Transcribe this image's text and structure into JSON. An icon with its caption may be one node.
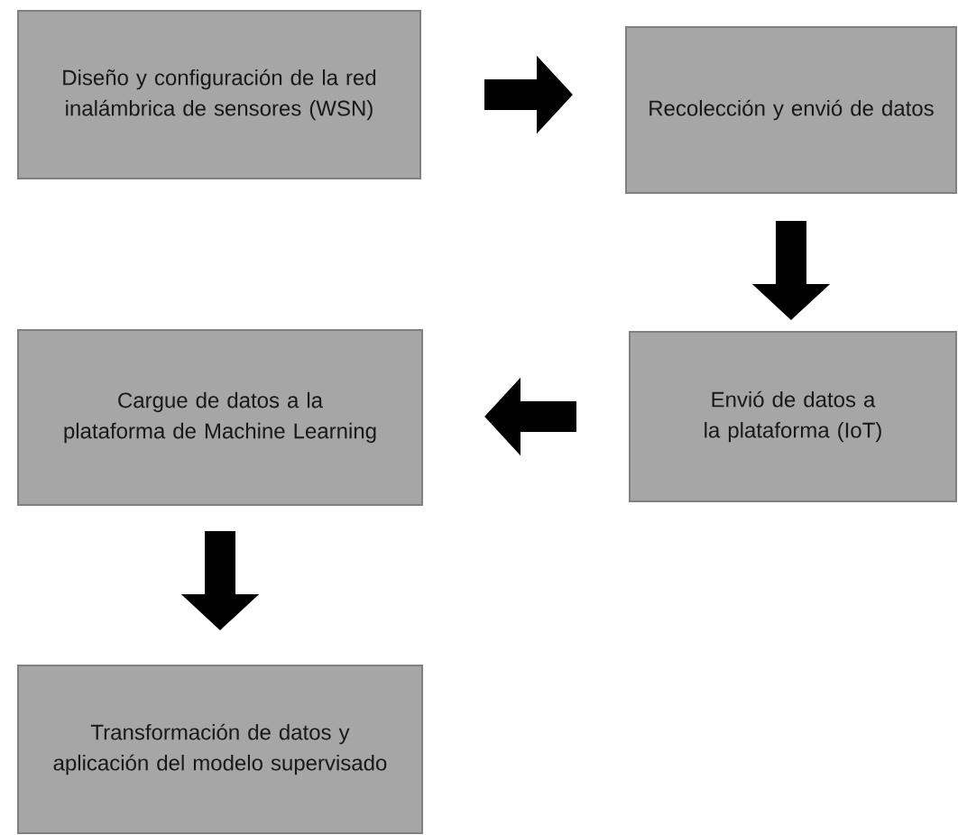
{
  "diagram": {
    "nodes": [
      {
        "text": [
          "Diseño y configuración de la red inalámbrica de sensores (WSN)"
        ]
      },
      {
        "text": [
          "Recolección y envió de datos"
        ]
      },
      {
        "text": [
          "Envió de datos a la plataforma (IoT)"
        ]
      },
      {
        "text": [
          "Cargue de datos a la plataforma de Machine Learning"
        ]
      },
      {
        "text": [
          "Transformación de datos y aplicación del modelo supervisado"
        ]
      }
    ],
    "edges": [
      {
        "from": 0,
        "to": 1,
        "arrow": "to"
      },
      {
        "from": 1,
        "to": 2,
        "arrow": "to"
      },
      {
        "from": 2,
        "to": 3,
        "arrow": "to"
      },
      {
        "from": 3,
        "to": 4,
        "arrow": "to"
      }
    ]
  }
}
